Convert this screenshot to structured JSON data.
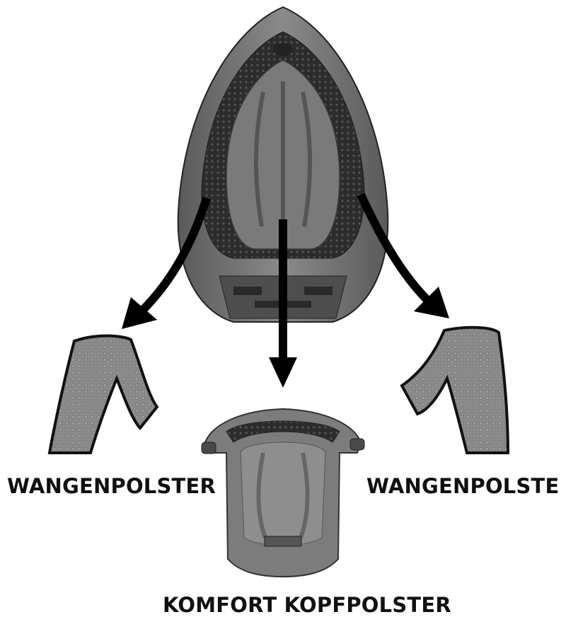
{
  "labels": {
    "left_cheek_pad": "WANGENPOLSTER",
    "right_cheek_pad": "WANGENPOLSTER",
    "comfort_liner": "KOMFORT KOPFPOLSTER"
  },
  "colors": {
    "shell": "#6e6e6e",
    "shell_dark": "#3a3a3a",
    "liner": "#808080",
    "mesh": "#2a2a2a",
    "pad": "#8a8a8a",
    "arrow": "#000000"
  }
}
